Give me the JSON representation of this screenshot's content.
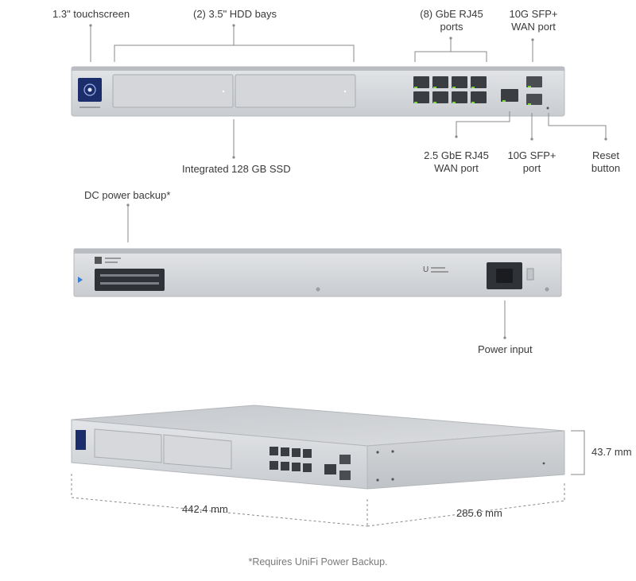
{
  "front_labels": {
    "touchscreen": "1.3\" touchscreen",
    "hdd_bays": "(2) 3.5\" HDD bays",
    "gbe_ports_line1": "(8) GbE RJ45",
    "gbe_ports_line2": "ports",
    "sfp_wan_line1": "10G SFP+",
    "sfp_wan_line2": "WAN port",
    "ssd": "Integrated 128 GB SSD",
    "wan_rj45_line1": "2.5 GbE RJ45",
    "wan_rj45_line2": "WAN port",
    "sfp_port_line1": "10G SFP+",
    "sfp_port_line2": "port",
    "reset_line1": "Reset",
    "reset_line2": "button"
  },
  "rear_labels": {
    "dc_power": "DC power backup*",
    "power_input": "Power input"
  },
  "dimensions": {
    "height": "43.7 mm",
    "width": "442.4 mm",
    "depth": "285.6 mm"
  },
  "footnote": "*Requires UniFi Power Backup.",
  "colors": {
    "chassis": "#d2d4d7",
    "chassis_dark": "#b9bcc0",
    "port": "#3a3d42",
    "led": "#7ddc3c",
    "screen": "#1b2d6b",
    "leader": "#8a8a8a"
  }
}
